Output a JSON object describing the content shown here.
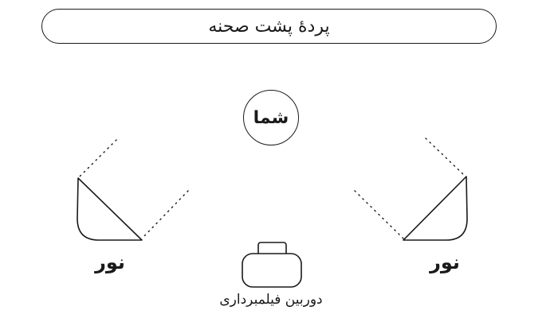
{
  "backdrop": {
    "label": "پردهٔ پشت صحنه"
  },
  "subject": {
    "label": "شما"
  },
  "lights": [
    {
      "label": "نور"
    },
    {
      "label": "نور"
    }
  ],
  "camera": {
    "label": "دوربین فیلمبرداری"
  }
}
